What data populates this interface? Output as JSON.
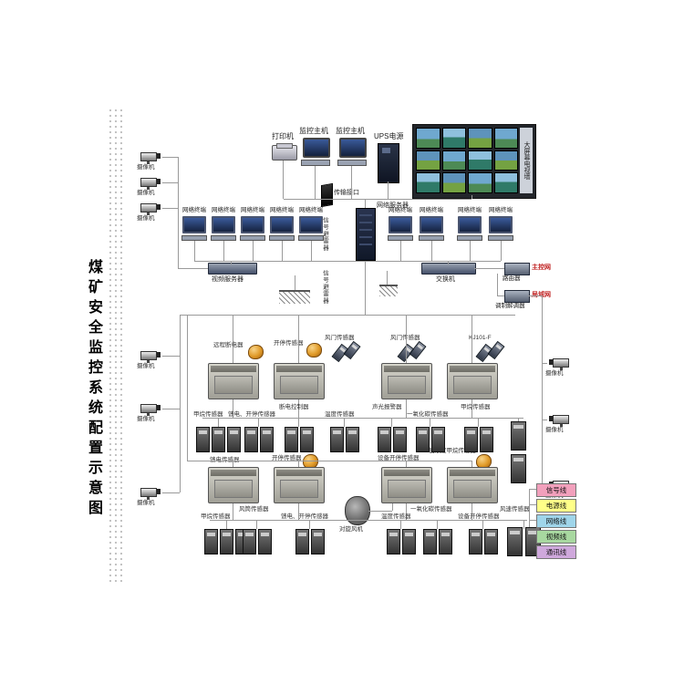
{
  "title": "煤矿安全监控系统配置示意图",
  "top": {
    "printer": "打印机",
    "host1": "监控主机",
    "host2": "监控主机",
    "ups": "UPS电源",
    "video_wall": "大屏幕电视墙"
  },
  "network": {
    "transmission_interface": "传输接口",
    "server": "网络服务器",
    "terminal": "网络终端",
    "video_server": "视频服务器",
    "signal_arrester1": "信号避雷器",
    "signal_arrester2": "信号避雷器",
    "switch": "交换机",
    "main_net": "主控网",
    "lan": "局域网",
    "router": "路由器",
    "modem": "调制解调器"
  },
  "cameras": {
    "label": "摄像机"
  },
  "row1": {
    "s1_label": "远程断电器",
    "s2_label": "开停传感器",
    "s3_label": "风门传感器",
    "s4_label": "风门传感器",
    "model_label": "KJ101-F"
  },
  "row2": {
    "s5_label": "馈电传感器",
    "s6_label": "开停传感器",
    "s7_label": "设备开停传感器",
    "s8_label": "低浓度甲烷传感器",
    "fan_label": "对旋风机"
  },
  "sensors": {
    "methane": "甲烷传感器",
    "feed_onoff": "馈电、开停传感器",
    "power_cut": "断电控制器",
    "temperature": "温度传感器",
    "alarm": "声光报警器",
    "co": "一氧化碳传感器",
    "duct": "风筒传感器",
    "equip_onoff": "设备开停传感器",
    "wind_speed": "风速传感器"
  },
  "legend": {
    "items": [
      {
        "label": "信号线",
        "color": "#f2a0bc"
      },
      {
        "label": "电源线",
        "color": "#ffff88"
      },
      {
        "label": "网络线",
        "color": "#9fd5ea"
      },
      {
        "label": "视频线",
        "color": "#a8d8a0"
      },
      {
        "label": "通讯线",
        "color": "#cfa8dc"
      }
    ]
  }
}
